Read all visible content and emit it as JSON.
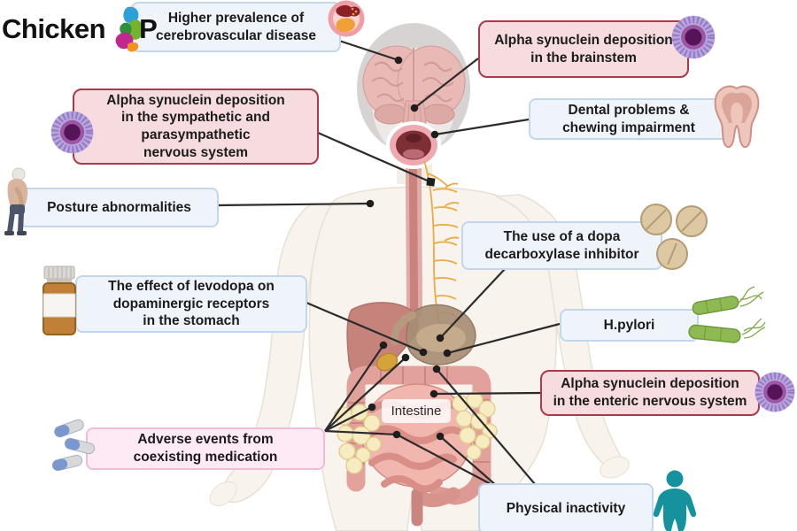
{
  "logo": {
    "text_left": "Chicken",
    "text_right": "P",
    "icon": "colorful-bird-logo-icon"
  },
  "callouts": [
    {
      "id": "cerebrovascular",
      "text": "Higher prevalence of\ncerebrovascular disease",
      "style": "blue",
      "icon": "brain-stroke-icon"
    },
    {
      "id": "brainstem",
      "text": "Alpha synuclein deposition\nin the brainstem",
      "style": "pink",
      "icon": "neuron-icon"
    },
    {
      "id": "dental",
      "text": "Dental problems &\nchewing impairment",
      "style": "blue",
      "icon": "tooth-icon"
    },
    {
      "id": "sympathetic",
      "text": "Alpha synuclein deposition\nin the sympathetic and\nparasympathetic\nnervous system",
      "style": "pink",
      "icon": "neuron-icon"
    },
    {
      "id": "posture",
      "text": "Posture abnormalities",
      "style": "blue",
      "icon": "elderly-person-icon"
    },
    {
      "id": "levodopa",
      "text": "The effect of levodopa on\ndopaminergic receptors\nin the stomach",
      "style": "blue",
      "icon": "pill-bottle-icon"
    },
    {
      "id": "dopa-inhibitor",
      "text": "The use of a dopa\ndecarboxylase inhibitor",
      "style": "blue",
      "icon": "tablets-icon"
    },
    {
      "id": "hpylori",
      "text": "H.pylori",
      "style": "blue",
      "icon": "bacteria-icon"
    },
    {
      "id": "enteric",
      "text": "Alpha synuclein deposition\nin the enteric nervous system",
      "style": "pink",
      "icon": "neuron-icon"
    },
    {
      "id": "adverse-events",
      "text": "Adverse events from\ncoexisting medication",
      "style": "rose",
      "icon": "capsules-icon"
    },
    {
      "id": "physical-inactivity",
      "text": "Physical inactivity",
      "style": "blue",
      "icon": "person-icon"
    }
  ],
  "intestine_label": "Intestine",
  "colors": {
    "callout_blue_bg": "#eff3fa",
    "callout_blue_border": "#c3d7ec",
    "callout_pink_bg": "#f6dcdf",
    "callout_pink_border": "#ae3a49",
    "callout_rose_bg": "#fdeaf5",
    "callout_rose_border": "#f2bcd9",
    "connector": "#2b2b2b",
    "person_teal": "#16929e",
    "neuron_purple": "#541457",
    "nerve_yellow": "#ecaa42"
  }
}
